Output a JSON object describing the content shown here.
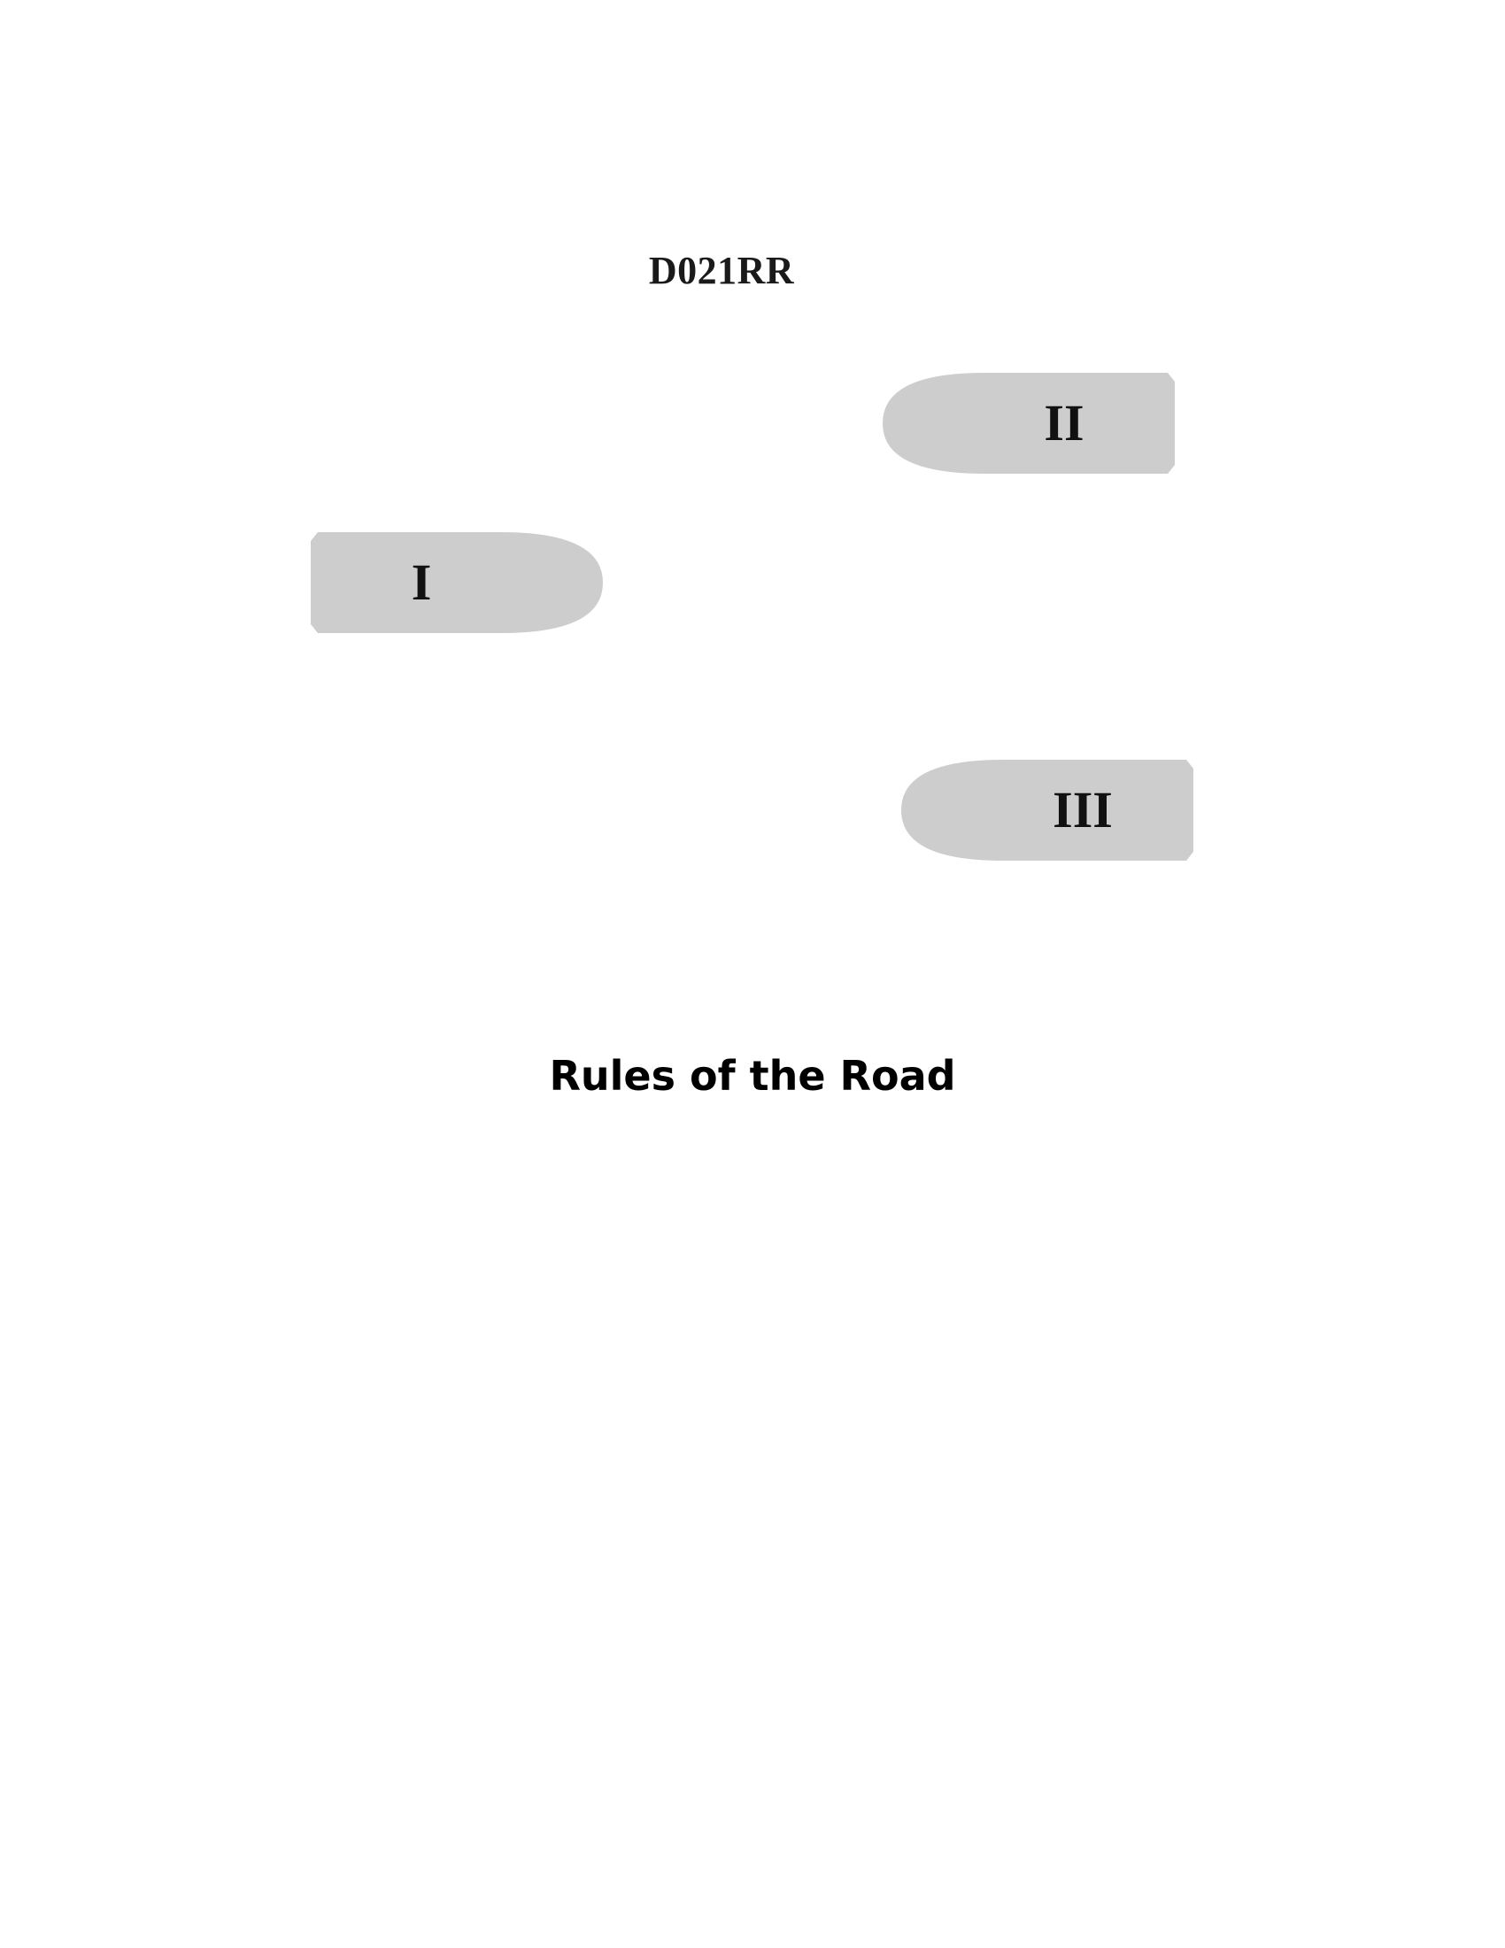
{
  "document": {
    "code": "D021RR",
    "title": "Rules of the Road"
  },
  "vessels": [
    {
      "label": "I",
      "heading": "right"
    },
    {
      "label": "II",
      "heading": "left"
    },
    {
      "label": "III",
      "heading": "left"
    }
  ],
  "colors": {
    "vessel_fill": "#cdcdcd",
    "text": "#111111",
    "background": "#ffffff"
  }
}
